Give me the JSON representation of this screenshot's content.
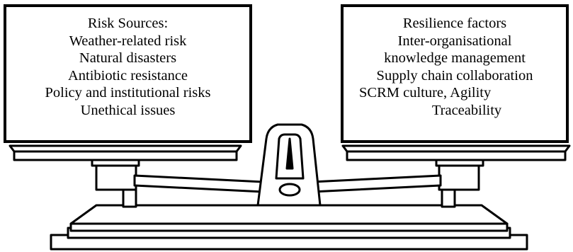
{
  "colors": {
    "ink": "#000000",
    "paper": "#ffffff"
  },
  "left_box": {
    "lines": [
      "Risk Sources:",
      "Weather-related risk",
      "Natural disasters",
      "Antibiotic resistance",
      "Policy and institutional risks",
      "Unethical issues"
    ]
  },
  "right_box": {
    "lines": [
      "Resilience factors",
      "Inter-organisational",
      "knowledge management",
      "Supply chain collaboration",
      "SCRM culture, Agility",
      "Traceability"
    ]
  }
}
